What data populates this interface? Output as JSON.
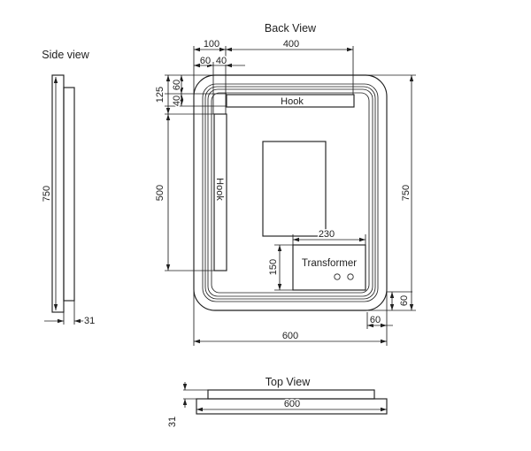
{
  "style": {
    "line_color": "#1f1f1f",
    "background": "#ffffff"
  },
  "side_view": {
    "title": "Side view",
    "dim_height": "750",
    "dim_depth": "31"
  },
  "back_view": {
    "title": "Back View",
    "hook_horizontal_label": "Hook",
    "hook_vertical_label": "Hook",
    "transformer_label": "Transformer",
    "dim_top_total": "100",
    "dim_top_span": "400",
    "dim_top_60": "60",
    "dim_top_40": "40",
    "dim_left_125": "125",
    "dim_left_60": "60",
    "dim_left_40": "40",
    "dim_left_500": "500",
    "dim_right_height": "750",
    "dim_bottom_width": "600",
    "dim_corner_right_60": "60",
    "dim_corner_bottom_60": "60",
    "dim_transformer_width": "230",
    "dim_transformer_height": "150"
  },
  "top_view": {
    "title": "Top View",
    "dim_width": "600",
    "dim_depth": "31"
  }
}
